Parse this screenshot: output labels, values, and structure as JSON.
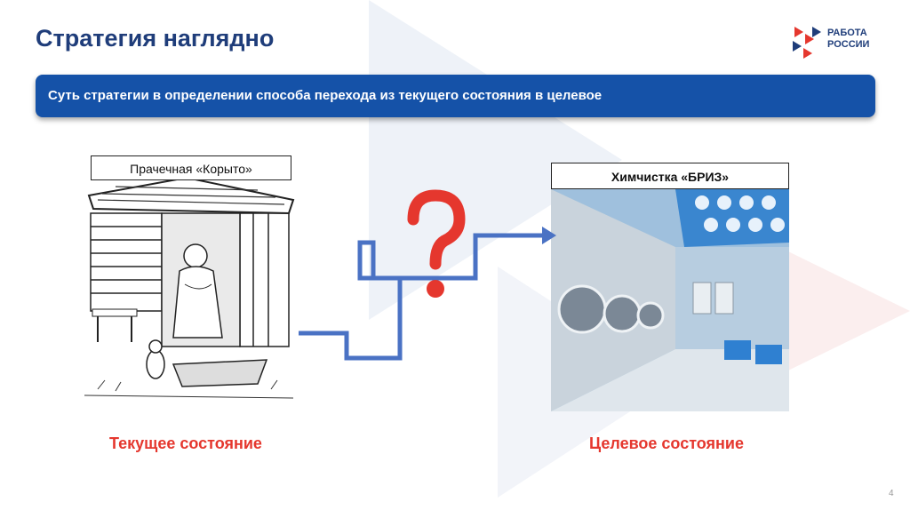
{
  "title": "Стратегия наглядно",
  "logo": {
    "line1": "РАБОТА",
    "line2": "РОССИИ",
    "icon": "work-russia-logo-icon",
    "colors": [
      "#e5372e",
      "#1f3d7a"
    ]
  },
  "banner": {
    "text": "Суть стратегии в определении способа перехода из текущего состояния в целевое",
    "color": "#1552a8"
  },
  "left": {
    "label": "Прачечная «Корыто»",
    "image": "laundry-trough-sketch",
    "caption": "Текущее состояние"
  },
  "right": {
    "label": "Химчистка «БРИЗ»",
    "image": "modern-laundromat-photo",
    "caption": "Целевое состояние"
  },
  "connector": {
    "icon": "question-mark-icon",
    "color": "#4a72c4",
    "accent": "#e5372e"
  },
  "page_number": "4"
}
